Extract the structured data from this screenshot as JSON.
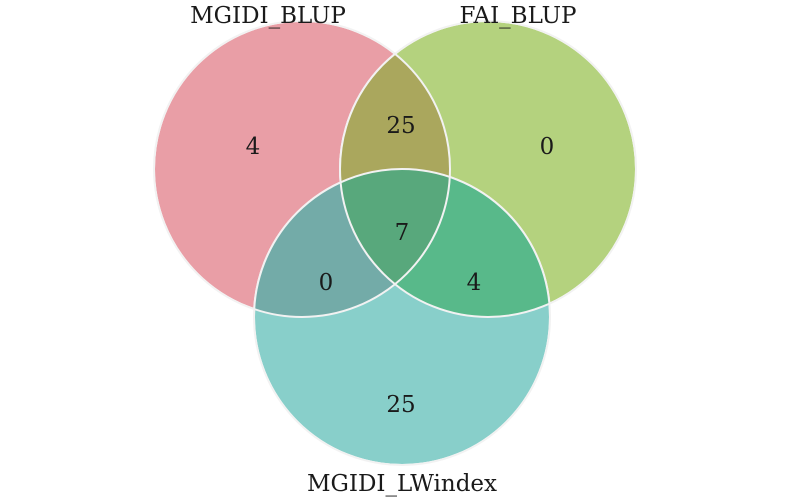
{
  "diagram": {
    "type": "venn",
    "sets": [
      {
        "name": "MGIDI_BLUP",
        "color": "#e3838d"
      },
      {
        "name": "FAI_BLUP",
        "color": "#9fc55a"
      },
      {
        "name": "MGIDI_LWindex",
        "color": "#6ec4be"
      }
    ],
    "regions": {
      "mgidi_blup_only": "4",
      "fai_blup_only": "0",
      "mgidi_lwindex_only": "25",
      "mgidi_blup_and_fai_blup": "25",
      "mgidi_blup_and_mgidi_lwindex": "0",
      "fai_blup_and_mgidi_lwindex": "4",
      "all_three": "7"
    }
  }
}
